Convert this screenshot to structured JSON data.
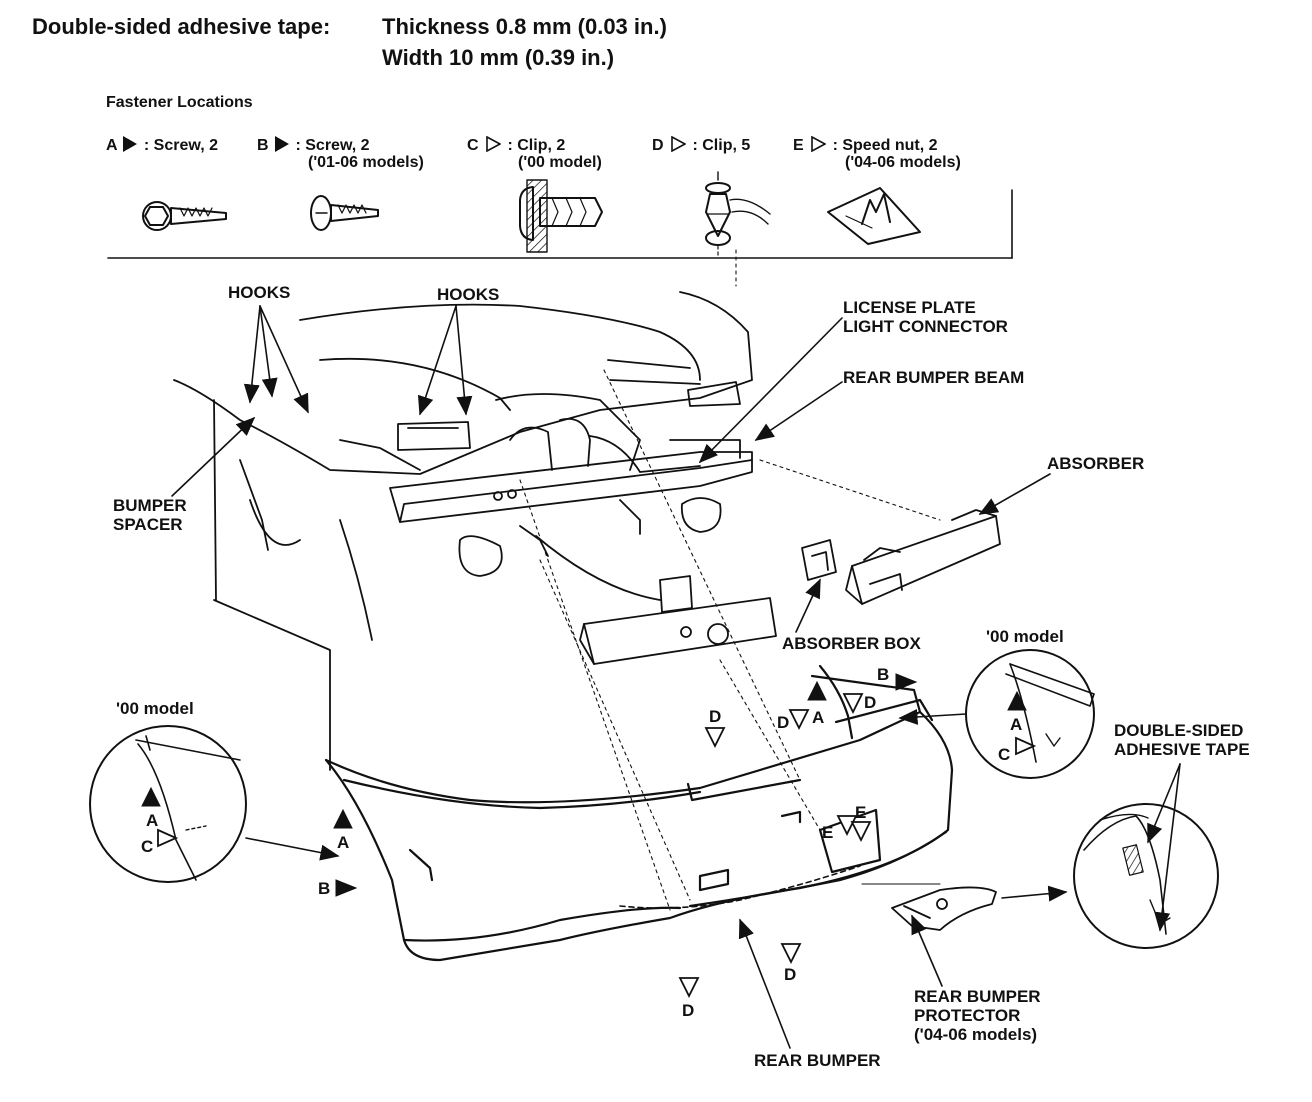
{
  "header": {
    "tape_label": "Double-sided adhesive tape:",
    "thickness": "Thickness 0.8 mm (0.03 in.)",
    "width": "Width 10 mm (0.39 in.)"
  },
  "fasteners": {
    "title": "Fastener Locations",
    "items": [
      {
        "letter": "A",
        "text": ": Screw, 2",
        "note": "",
        "marker": "filled-triangle",
        "icon": "screw-a-icon"
      },
      {
        "letter": "B",
        "text": ": Screw, 2",
        "note": "('01-06 models)",
        "marker": "filled-triangle",
        "icon": "screw-b-icon"
      },
      {
        "letter": "C",
        "text": ": Clip, 2",
        "note": "('00 model)",
        "marker": "open-triangle",
        "icon": "clip-c-icon"
      },
      {
        "letter": "D",
        "text": ": Clip, 5",
        "note": "",
        "marker": "open-triangle",
        "icon": "clip-d-icon"
      },
      {
        "letter": "E",
        "text": ": Speed nut, 2",
        "note": "('04-06 models)",
        "marker": "open-triangle",
        "icon": "speed-nut-icon"
      }
    ]
  },
  "callouts": {
    "hooks_left": "HOOKS",
    "hooks_right": "HOOKS",
    "license_plate_1": "LICENSE PLATE",
    "license_plate_2": "LIGHT CONNECTOR",
    "rear_bumper_beam": "REAR BUMPER BEAM",
    "absorber": "ABSORBER",
    "bumper_spacer_1": "BUMPER",
    "bumper_spacer_2": "SPACER",
    "absorber_box": "ABSORBER BOX",
    "model_00_left": "'00 model",
    "model_00_right": "'00 model",
    "double_sided_1": "DOUBLE-SIDED",
    "double_sided_2": "ADHESIVE TAPE",
    "rear_bumper_protector_1": "REAR BUMPER",
    "rear_bumper_protector_2": "PROTECTOR",
    "rear_bumper_protector_3": "('04-06 models)",
    "rear_bumper": "REAR BUMPER"
  },
  "location_letters": {
    "a": "A",
    "b": "B",
    "c": "C",
    "d": "D",
    "e": "E"
  },
  "colors": {
    "ink": "#111111",
    "paper": "#ffffff"
  }
}
